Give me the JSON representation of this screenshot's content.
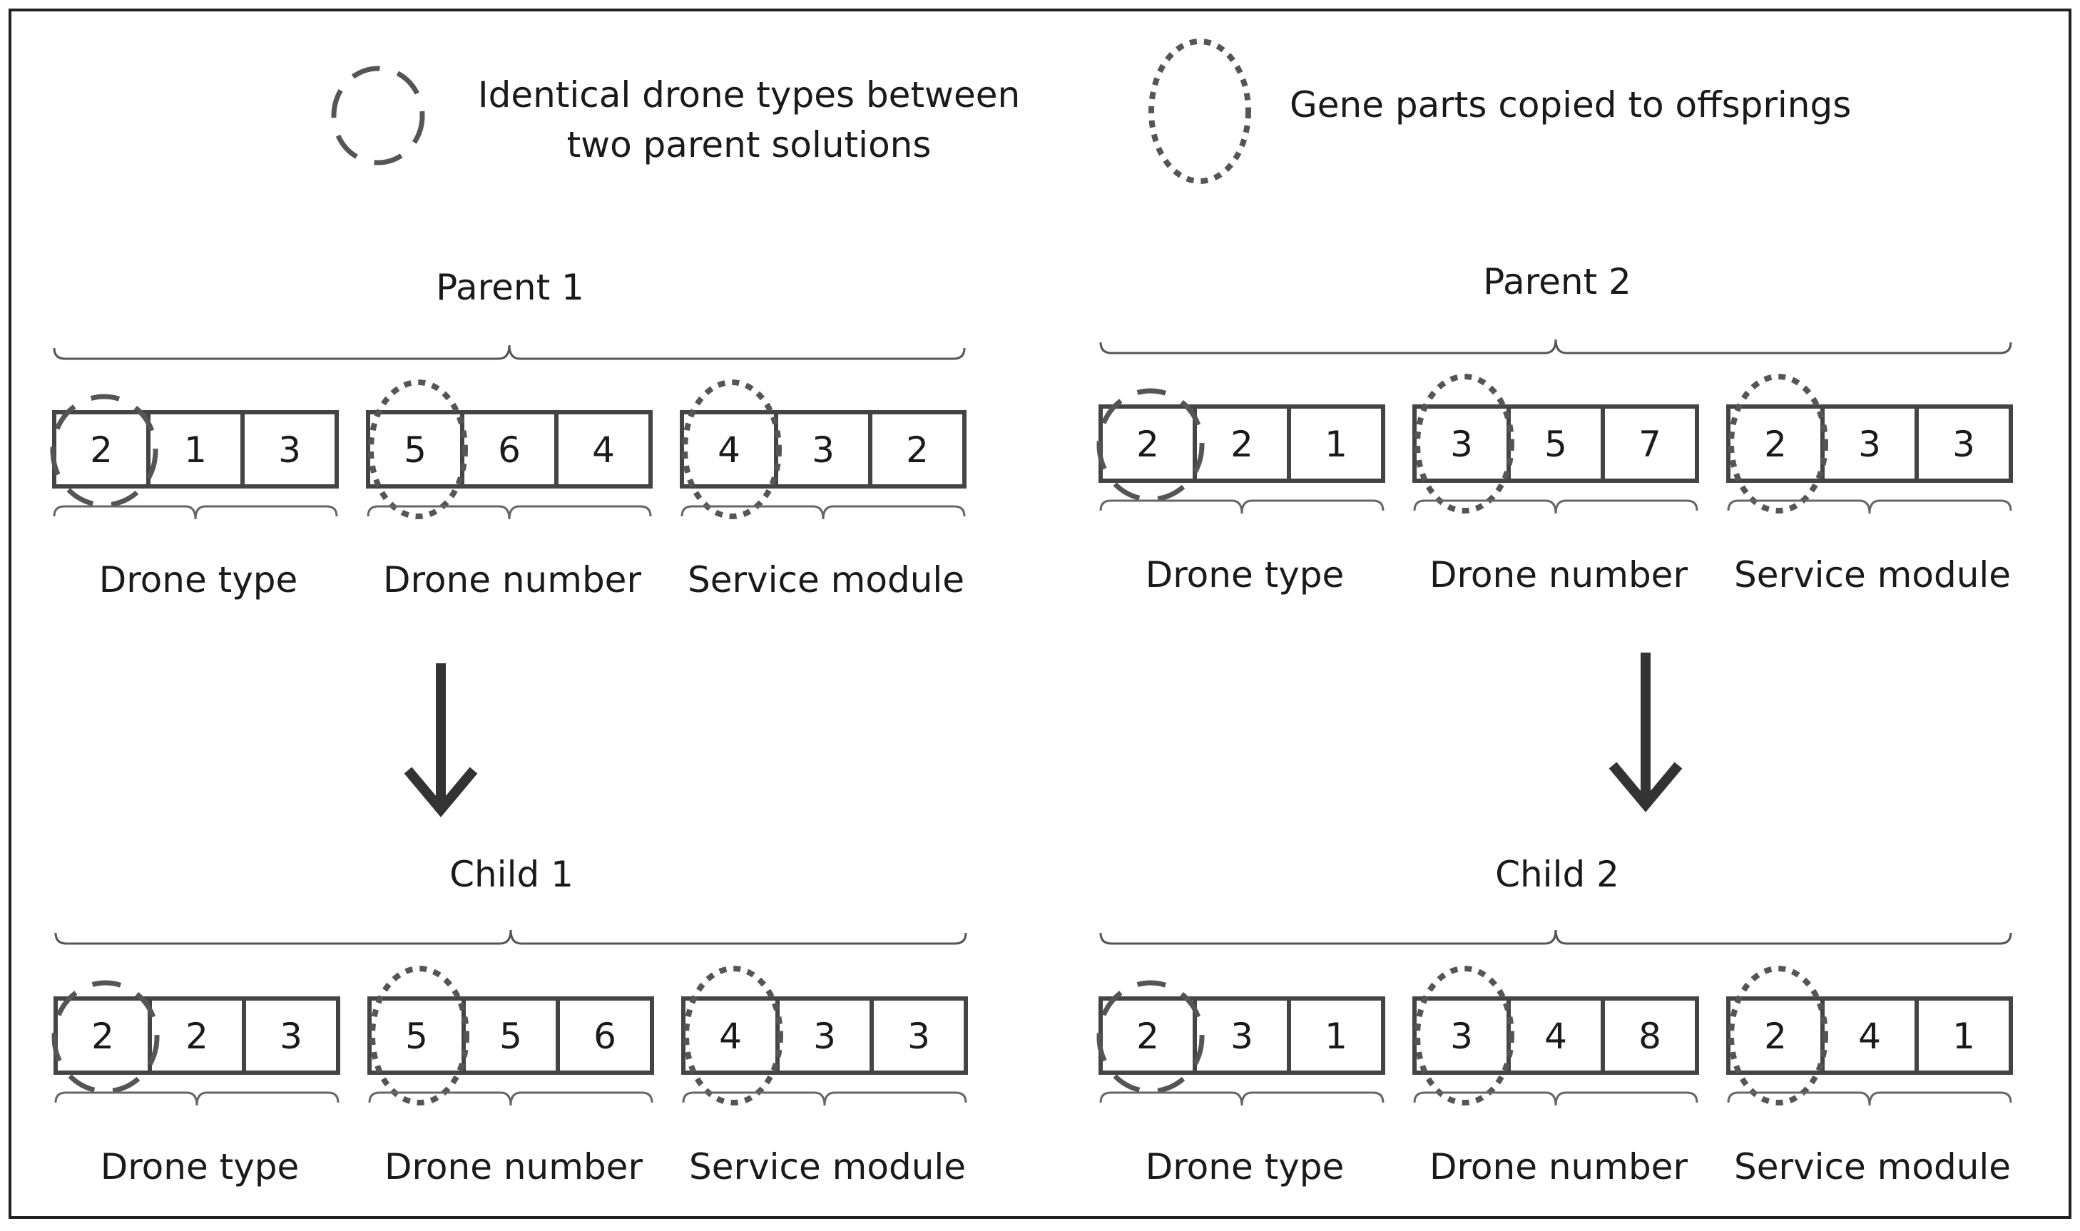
{
  "legend": {
    "identical_text_line1": "Identical drone types between",
    "identical_text_line2": "two parent solutions",
    "copied_text": "Gene parts copied to offsprings"
  },
  "chromosomes": [
    {
      "title": "Parent 1",
      "groups": [
        {
          "label": "Drone type",
          "values": [
            "2",
            "1",
            "3"
          ]
        },
        {
          "label": "Drone number",
          "values": [
            "5",
            "6",
            "4"
          ]
        },
        {
          "label": "Service module",
          "values": [
            "4",
            "3",
            "2"
          ]
        }
      ]
    },
    {
      "title": "Parent 2",
      "groups": [
        {
          "label": "Drone type",
          "values": [
            "2",
            "2",
            "1"
          ]
        },
        {
          "label": "Drone number",
          "values": [
            "3",
            "5",
            "7"
          ]
        },
        {
          "label": "Service module",
          "values": [
            "2",
            "3",
            "3"
          ]
        }
      ]
    },
    {
      "title": "Child 1",
      "groups": [
        {
          "label": "Drone type",
          "values": [
            "2",
            "2",
            "3"
          ]
        },
        {
          "label": "Drone number",
          "values": [
            "5",
            "5",
            "6"
          ]
        },
        {
          "label": "Service module",
          "values": [
            "4",
            "3",
            "3"
          ]
        }
      ]
    },
    {
      "title": "Child 2",
      "groups": [
        {
          "label": "Drone type",
          "values": [
            "2",
            "3",
            "1"
          ]
        },
        {
          "label": "Drone number",
          "values": [
            "3",
            "4",
            "8"
          ]
        },
        {
          "label": "Service module",
          "values": [
            "2",
            "4",
            "1"
          ]
        }
      ]
    }
  ]
}
